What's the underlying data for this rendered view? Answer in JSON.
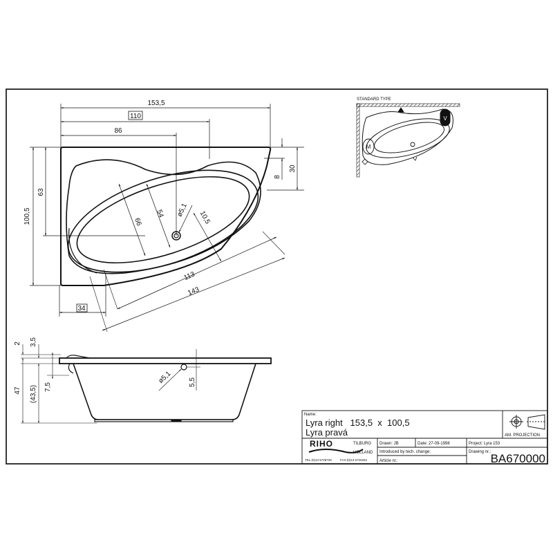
{
  "drawing": {
    "top_view": {
      "overall_length": "153,5",
      "length_110": "110",
      "length_86": "86",
      "overall_width": "100,5",
      "width_63": "63",
      "offset_8": "8",
      "offset_30": "30",
      "basin_width": "54",
      "basin_width_outer": "66",
      "drain_diameter": "ø5,1",
      "drain_offset": "10,5",
      "basin_length": "113",
      "outer_length": "143",
      "corner_34": "34"
    },
    "side_view": {
      "rim_2": "2",
      "rim_3_5": "3,5",
      "total_height": "47",
      "inner_height": "(43,5)",
      "depth_7_5": "7,5",
      "overflow_diameter": "ø5,1",
      "overflow_5_5": "5,5"
    },
    "standard_type": {
      "label": "STANDARD TYPE",
      "marker_m": "M",
      "marker_v": "V"
    }
  },
  "title_block": {
    "name_label": "Name:",
    "name_line1": "Lyra right   153,5  x  100,5",
    "name_line2": "Lyra pravá",
    "projection_label": "AM. PROJECTION",
    "company": "RIHO",
    "city": "TILBURG",
    "country": "HOLLAND",
    "phone": "TEL:(0)13 5728728",
    "fax": "FAX:(0)13 5720262",
    "drawn": "Drawn:  JB",
    "date": "Date: 27-09-1998",
    "project": "Project:  Lyra 153",
    "introduced": "Introduced by tech. change:",
    "drawing_nr_label": "Drawing nr.:",
    "article_nr": "Article nr.:",
    "drawing_number": "BA670000"
  }
}
